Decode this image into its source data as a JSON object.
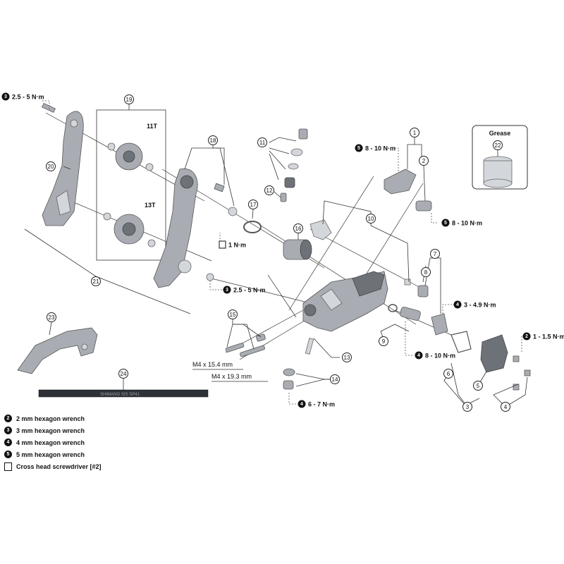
{
  "diagram": {
    "callouts": [
      "1",
      "2",
      "3",
      "4",
      "5",
      "6",
      "7",
      "8",
      "9",
      "10",
      "11",
      "12",
      "13",
      "14",
      "15",
      "16",
      "17",
      "18",
      "19",
      "20",
      "21",
      "22",
      "23",
      "24"
    ],
    "pulley_labels": {
      "upper": "11T",
      "lower": "13T"
    },
    "grease_label": "Grease",
    "bolt_labels": {
      "short": "M4 x 15.4 mm",
      "long": "M4 x 19.3 mm"
    },
    "cable_text": "SHIMANO SIS SP41"
  },
  "torques": {
    "t1": {
      "tool": "3",
      "value": "2.5 - 5 N·m"
    },
    "t2": {
      "tool": "5",
      "value": "8 - 10 N·m"
    },
    "t3": {
      "tool": "5",
      "value": "8 - 10 N·m"
    },
    "t4": {
      "tool": "sq",
      "value": "1 N·m"
    },
    "t5": {
      "tool": "3",
      "value": "2.5 - 5 N·m"
    },
    "t6": {
      "tool": "4",
      "value": "3 - 4.9 N·m"
    },
    "t7": {
      "tool": "2",
      "value": "1 - 1.5 N·m"
    },
    "t8": {
      "tool": "4",
      "value": "8 - 10 N·m"
    },
    "t9": {
      "tool": "4",
      "value": "6 - 7 N·m"
    }
  },
  "legend": [
    {
      "badge": "2",
      "text": "2 mm hexagon wrench"
    },
    {
      "badge": "3",
      "text": "3 mm hexagon wrench"
    },
    {
      "badge": "4",
      "text": "4 mm hexagon wrench"
    },
    {
      "badge": "5",
      "text": "5 mm hexagon wrench"
    },
    {
      "badge": "sq",
      "text": "Cross head screwdriver [#2]"
    }
  ]
}
